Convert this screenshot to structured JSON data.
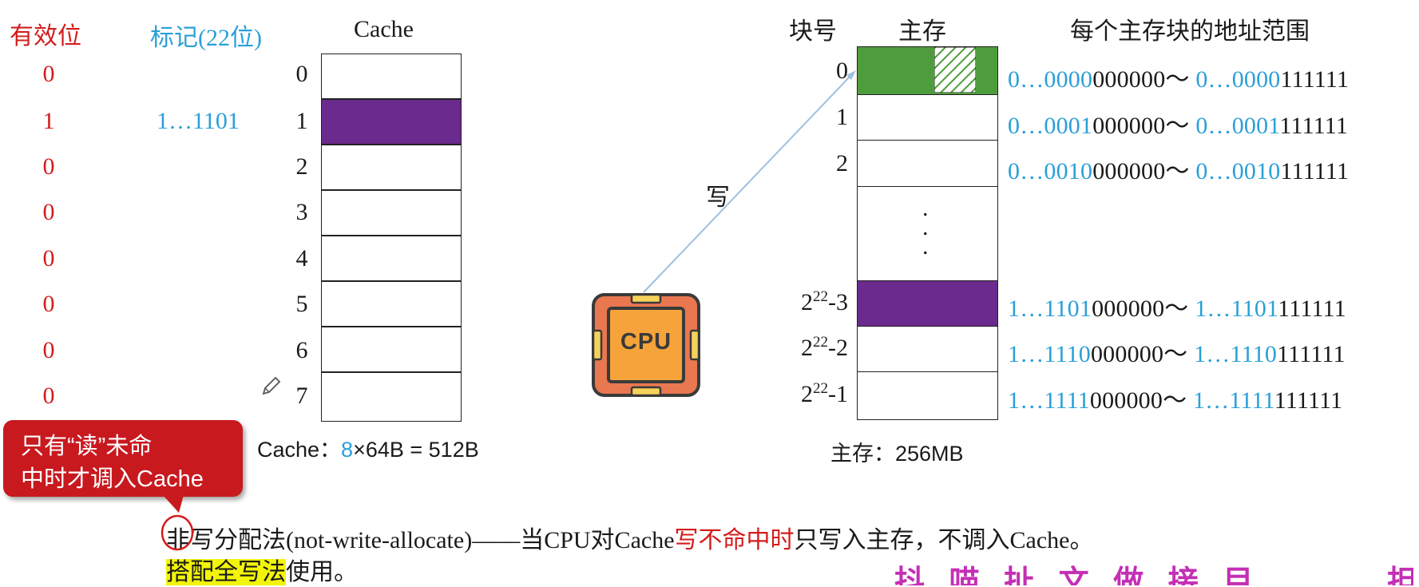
{
  "headers": {
    "valid": "有效位",
    "tag": "标记(22位)",
    "cache": "Cache",
    "block_no": "块号",
    "main_mem": "主存",
    "range": "每个主存块的地址范围"
  },
  "valid_bits": [
    "0",
    "1",
    "0",
    "0",
    "0",
    "0",
    "0",
    "0"
  ],
  "tags": [
    "",
    "1…1101",
    "",
    "",
    "",
    "",
    "",
    ""
  ],
  "cache_indices": [
    "0",
    "1",
    "2",
    "3",
    "4",
    "5",
    "6",
    "7"
  ],
  "cache_caption": {
    "label": "Cache：",
    "n": "8",
    "rest": "×64B = 512B"
  },
  "mem_caption": {
    "label": "主存：",
    "size": "256MB"
  },
  "write_label": "写",
  "cpu_label": "CPU",
  "mem_blocks": [
    {
      "num": "0",
      "sup": "",
      "suffix": "",
      "addr": [
        {
          "t": "0…0000",
          "c": "b"
        },
        {
          "t": "000000～ ",
          "c": "k"
        },
        {
          "t": "0…0000",
          "c": "b"
        },
        {
          "t": "111111",
          "c": "k"
        }
      ]
    },
    {
      "num": "1",
      "sup": "",
      "suffix": "",
      "addr": [
        {
          "t": "0…0001",
          "c": "b"
        },
        {
          "t": "000000～ ",
          "c": "k"
        },
        {
          "t": "0…0001",
          "c": "b"
        },
        {
          "t": "111111",
          "c": "k"
        }
      ]
    },
    {
      "num": "2",
      "sup": "",
      "suffix": "",
      "addr": [
        {
          "t": "0…0010",
          "c": "b"
        },
        {
          "t": "000000～ ",
          "c": "k"
        },
        {
          "t": "0…0010",
          "c": "b"
        },
        {
          "t": "111111",
          "c": "k"
        }
      ]
    },
    {
      "num": "2",
      "sup": "22",
      "suffix": "-3",
      "addr": [
        {
          "t": "1…1101",
          "c": "b"
        },
        {
          "t": "000000～ ",
          "c": "k"
        },
        {
          "t": "1…1101",
          "c": "b"
        },
        {
          "t": "111111",
          "c": "k"
        }
      ]
    },
    {
      "num": "2",
      "sup": "22",
      "suffix": "-2",
      "addr": [
        {
          "t": "1…1110",
          "c": "b"
        },
        {
          "t": "000000～ ",
          "c": "k"
        },
        {
          "t": "1…1110",
          "c": "b"
        },
        {
          "t": "111111",
          "c": "k"
        }
      ]
    },
    {
      "num": "2",
      "sup": "22",
      "suffix": "-1",
      "addr": [
        {
          "t": "1…1111",
          "c": "b"
        },
        {
          "t": "000000～ ",
          "c": "k"
        },
        {
          "t": "1…1111",
          "c": "b"
        },
        {
          "t": "111111",
          "c": "k"
        }
      ]
    }
  ],
  "ellipsis_dots": [
    ".",
    ".",
    "."
  ],
  "callout": {
    "line1": "只有“读”未命",
    "line2": "中时才调入Cache"
  },
  "definition": {
    "part1": "非写分配法(not-write-allocate)——当CPU对Cache",
    "part2": "写不命中时",
    "part3": "只写入主存，不调入Cache。",
    "highlight": "搭配全写法",
    "tail": "使用。"
  },
  "watermark": "抖 喵 扯 文 做 接 目 … … 担 帮",
  "colors": {
    "red": "#d41c1c",
    "blue": "#2aa0d8",
    "purple": "#6a2a8e",
    "green": "#4e9d3c",
    "callout": "#c8191f",
    "highlight": "#f2f40a",
    "cpu_outer": "#e9774f",
    "cpu_inner": "#f5a33a",
    "watermark": "#c42fb5"
  },
  "icons": [
    "pencil-icon",
    "cpu-icon"
  ]
}
